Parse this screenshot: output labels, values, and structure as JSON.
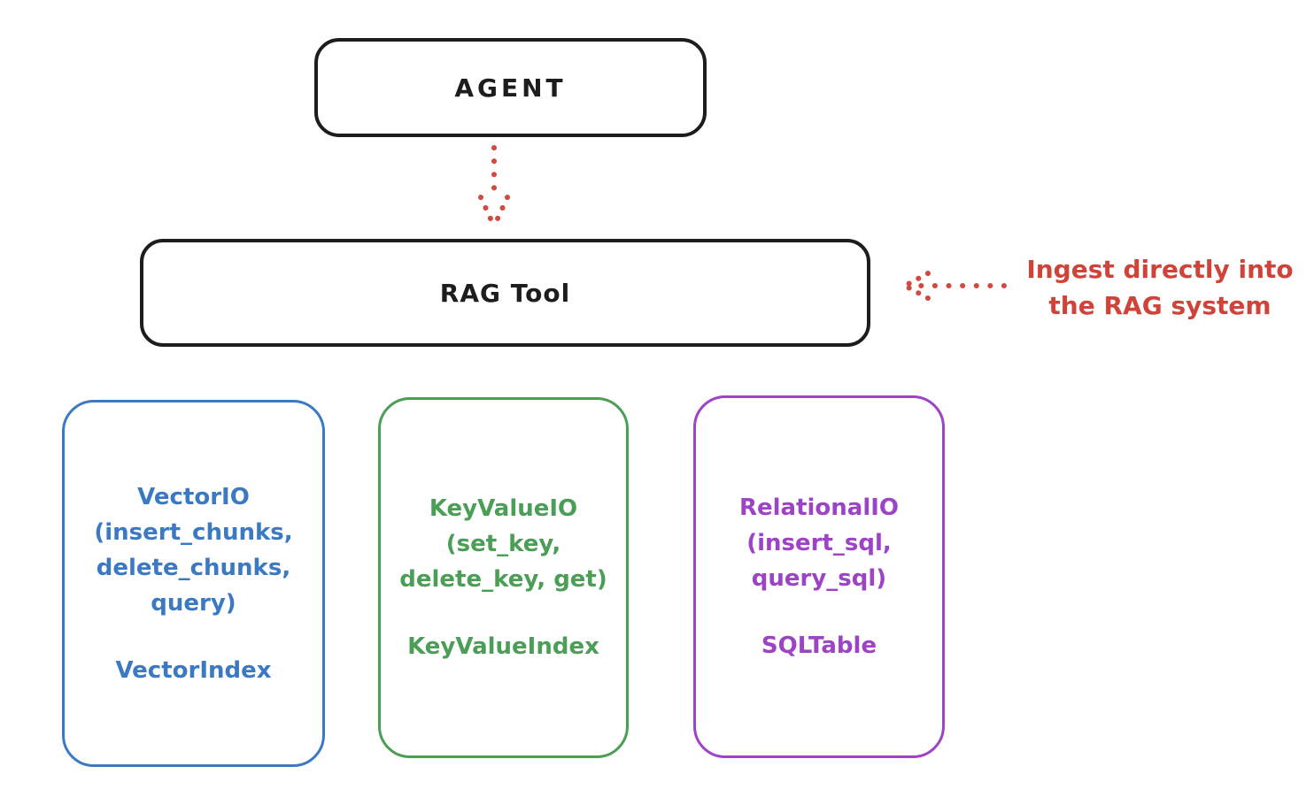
{
  "diagram": {
    "background": "#ffffff",
    "outline_color": "#1d1d1d",
    "arrow_color": "#d14a41",
    "agent": {
      "label": "AGENT"
    },
    "rag_tool": {
      "label": "RAG Tool"
    },
    "annotation": {
      "color": "#cf4338",
      "lines": [
        "Ingest directly into",
        "the RAG system"
      ]
    },
    "cards": [
      {
        "id": "vector-io",
        "color": "#3b79c3",
        "lines": [
          "VectorIO",
          "(insert_chunks,",
          "delete_chunks,",
          "query)"
        ],
        "index_label": "VectorIndex"
      },
      {
        "id": "keyvalue-io",
        "color": "#4a9e55",
        "lines": [
          "KeyValueIO",
          "(set_key,",
          "delete_key, get)"
        ],
        "index_label": "KeyValueIndex"
      },
      {
        "id": "relational-io",
        "color": "#9c43c6",
        "lines": [
          "RelationalIO",
          "(insert_sql,",
          "query_sql)"
        ],
        "index_label": "SQLTable"
      }
    ]
  }
}
